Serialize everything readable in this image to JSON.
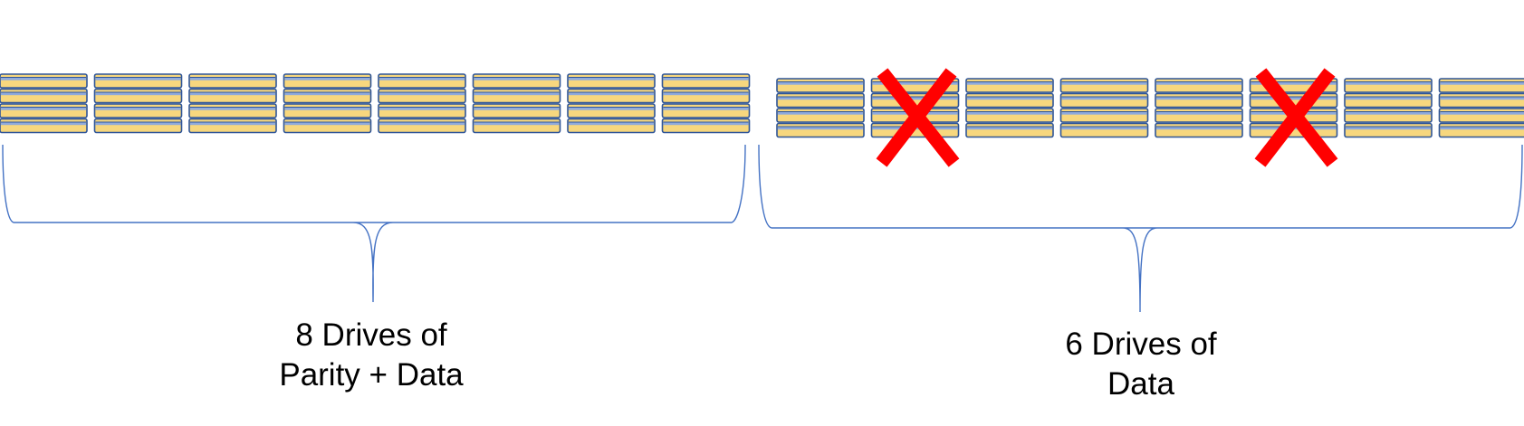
{
  "groups": [
    {
      "id": "parity-data",
      "caption_line1": "8 Drives of",
      "caption_line2": "Parity + Data",
      "drive_count": 8,
      "failed_drives": []
    },
    {
      "id": "data",
      "caption_line1": "6 Drives of",
      "caption_line2": "Data",
      "drive_count": 8,
      "failed_drives": [
        2,
        6
      ]
    }
  ],
  "icons": {
    "drive": "drive-stack-icon",
    "failure": "red-x-icon"
  },
  "colors": {
    "platter_fill": "#F7D77E",
    "platter_stroke": "#2F5597",
    "platter_band": "#8FAADC",
    "brace": "#4472C4",
    "failure_x": "#FF0000",
    "text": "#000000"
  }
}
